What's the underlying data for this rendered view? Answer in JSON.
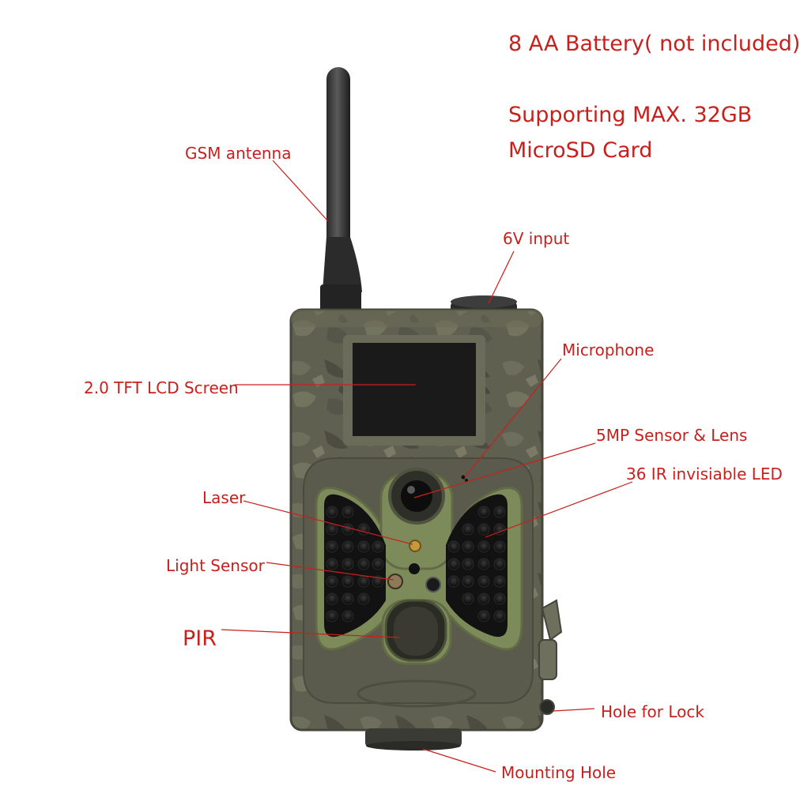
{
  "info": {
    "battery": "8 AA Battery( not included)",
    "storage_line1": "Supporting MAX. 32GB",
    "storage_line2": "MicroSD Card"
  },
  "callouts": {
    "gsm_antenna": "GSM antenna",
    "input_6v": "6V input",
    "microphone": "Microphone",
    "lcd_screen": "2.0 TFT LCD Screen",
    "sensor_lens": "5MP Sensor & Lens",
    "ir_led": "36 IR invisiable LED",
    "laser": "Laser",
    "light_sensor": "Light Sensor",
    "pir": "PIR",
    "hole_for_lock": "Hole for Lock",
    "mounting_hole": "Mounting Hole"
  },
  "colors": {
    "label_red": "#c8201c",
    "camo_base": "#5f6050",
    "panel_green": "#7d8a5a"
  }
}
